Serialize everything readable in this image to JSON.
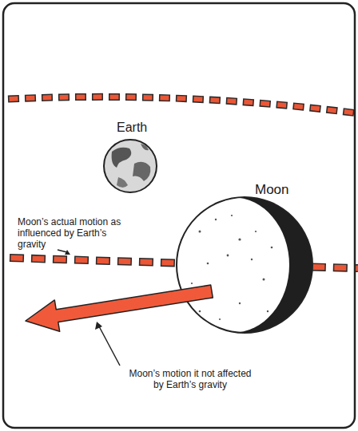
{
  "diagram": {
    "labels": [
      "Earth",
      "Moon",
      "Moon’s actual motion as influenced by Earth’s gravity",
      "Moon’s motion it not affected by Earth’s gravity"
    ]
  }
}
